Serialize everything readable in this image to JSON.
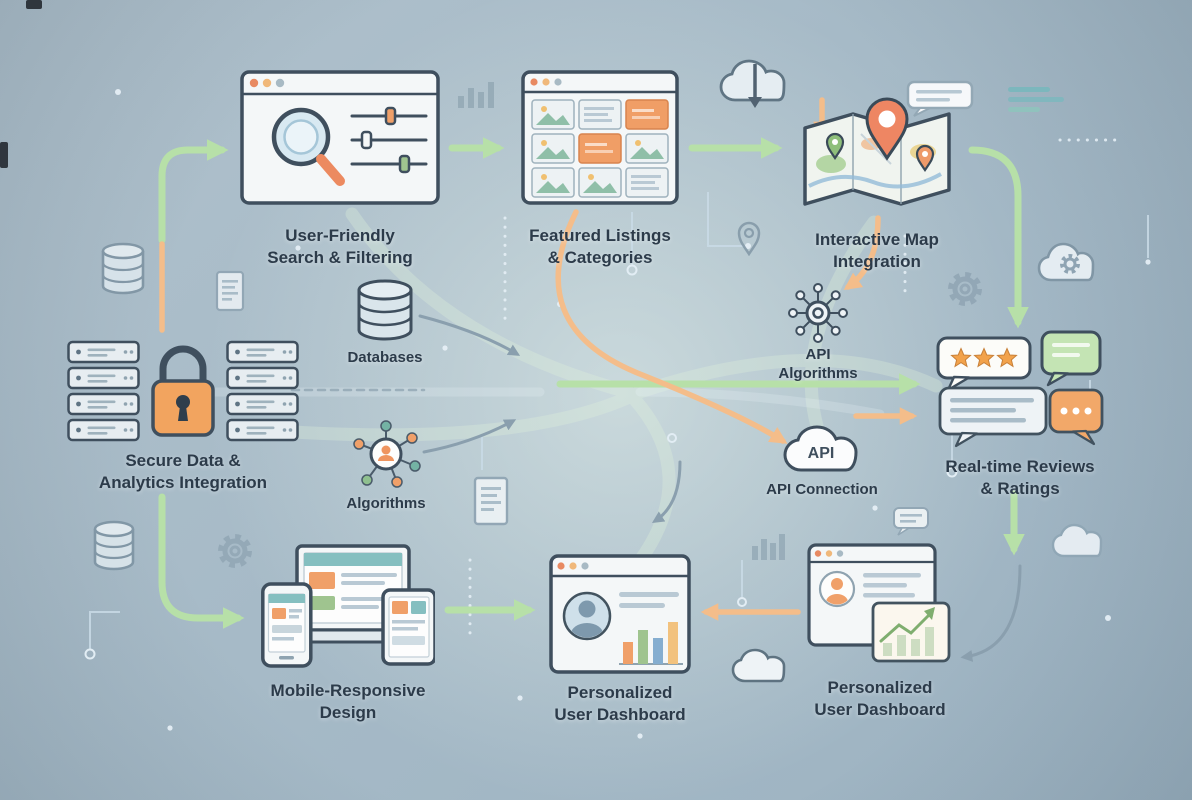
{
  "diagram": {
    "palette": {
      "background_top": "#b0c1cc",
      "background_bottom": "#9cb2c1",
      "outline": "#3f4f5e",
      "accent_orange": "#ee8a62",
      "accent_green": "#9fc48f",
      "accent_teal": "#85bfc0",
      "arrow_green": "#b7e0a8",
      "arrow_orange": "#f4bd8a",
      "arrow_gray": "#8a9fae",
      "panel_fill": "#f4f7f8"
    },
    "nodes": {
      "search": {
        "label": "User-Friendly\nSearch & Filtering",
        "icon": "browser-search-filter-icon"
      },
      "listings": {
        "label": "Featured Listings\n& Categories",
        "icon": "browser-listings-grid-icon"
      },
      "map": {
        "label": "Interactive Map\nIntegration",
        "icon": "map-with-pins-icon"
      },
      "secure": {
        "label": "Secure Data &\nAnalytics Integration",
        "icon": "servers-lock-icon"
      },
      "databases": {
        "label": "Databases",
        "icon": "database-cylinder-icon"
      },
      "algorithms": {
        "label": "Algorithms",
        "icon": "network-nodes-icon"
      },
      "api_algorithms": {
        "label": "API\nAlgorithms",
        "icon": "hub-spokes-icon"
      },
      "api_connection": {
        "label": "API Connection",
        "cloud_text": "API",
        "icon": "api-cloud-icon"
      },
      "reviews": {
        "label": "Real-time Reviews\n& Ratings",
        "icon": "stars-and-chat-bubbles-icon"
      },
      "mobile": {
        "label": "Mobile-Responsive\nDesign",
        "icon": "devices-icon"
      },
      "dashboard_center": {
        "label": "Personalized\nUser Dashboard",
        "icon": "dashboard-window-icon"
      },
      "dashboard_right": {
        "label": "Personalized\nUser Dashboard",
        "icon": "dashboard-chart-window-icon"
      }
    },
    "decorations": [
      "cloud-download-icon",
      "chat-bubble-icon",
      "list-lines-icon",
      "bar-chart-icon",
      "database-icon",
      "document-icon",
      "gear-icon",
      "cloud-gear-icon",
      "map-pin-outline-icon",
      "cloud-icon"
    ]
  }
}
